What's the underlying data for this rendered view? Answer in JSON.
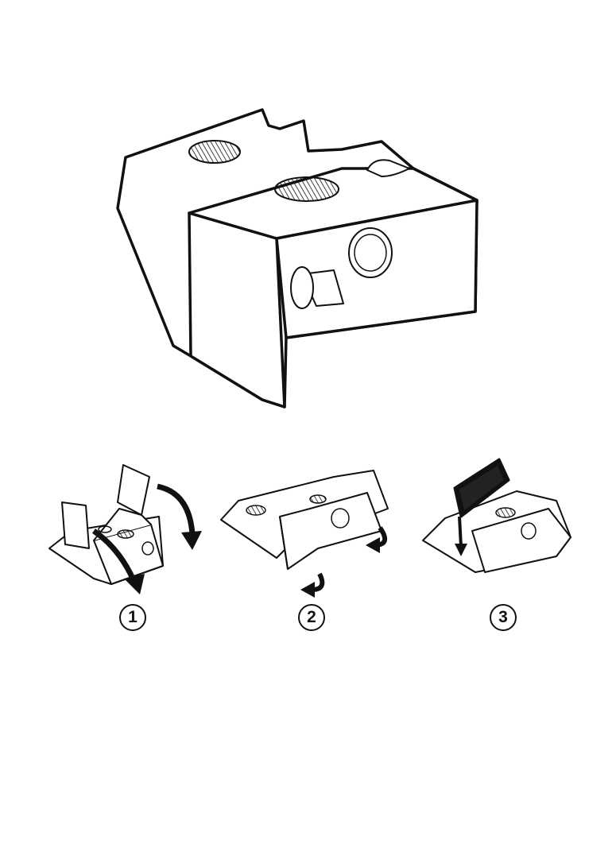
{
  "steps": [
    {
      "number": "1"
    },
    {
      "number": "2"
    },
    {
      "number": "3"
    }
  ],
  "colors": {
    "ink": "#111111",
    "paper": "#ffffff"
  }
}
